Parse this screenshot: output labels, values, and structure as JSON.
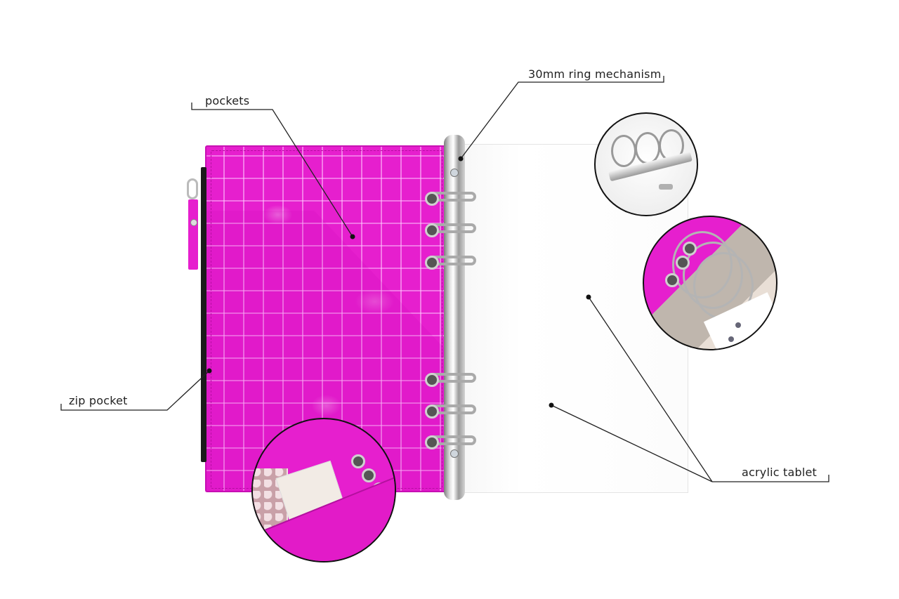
{
  "infographic": {
    "product": "pink croc-embossed leather ring binder with acrylic tablet",
    "accent_color": "#e61fce",
    "callouts": [
      {
        "id": "ring-mechanism",
        "label": "30mm ring mechanism"
      },
      {
        "id": "pockets",
        "label": "pockets"
      },
      {
        "id": "zip-pocket",
        "label": "zip pocket"
      },
      {
        "id": "acrylic-tablet",
        "label": "acrylic tablet"
      }
    ],
    "detail_circles": [
      {
        "id": "ring-mechanism-detail",
        "depicts": "ring-mechanism-icon"
      },
      {
        "id": "rings-closeup",
        "depicts": "rings-closeup-icon"
      },
      {
        "id": "pocket-closeup",
        "depicts": "pocket-closeup-icon"
      }
    ]
  }
}
